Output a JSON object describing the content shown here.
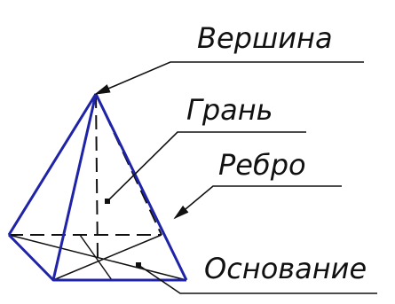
{
  "diagram": {
    "labels": {
      "apex": "Вершина",
      "face": "Грань",
      "edge": "Ребро",
      "base": "Основание"
    },
    "colors": {
      "pyramid_edges": "#1f23a8",
      "leader_lines": "#111111",
      "hidden_lines": "#111111"
    }
  }
}
